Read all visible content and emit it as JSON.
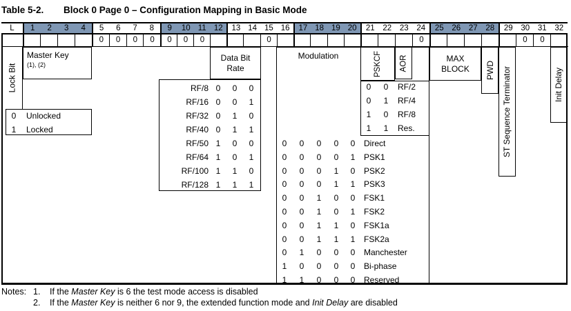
{
  "title": {
    "label": "Table 5-2.",
    "text": "Block 0 Page 0 – Configuration Mapping in Basic Mode"
  },
  "colors": {
    "header_shade": "#7f97b4",
    "border": "#000000",
    "background": "#ffffff"
  },
  "bit_header": {
    "cells": [
      "L",
      "1",
      "2",
      "3",
      "4",
      "5",
      "6",
      "7",
      "8",
      "9",
      "10",
      "11",
      "12",
      "13",
      "14",
      "15",
      "16",
      "17",
      "18",
      "19",
      "20",
      "21",
      "22",
      "23",
      "24",
      "25",
      "26",
      "27",
      "28",
      "29",
      "30",
      "31",
      "32"
    ],
    "shaded_bit_groups": [
      "1-4",
      "9-12",
      "17-20",
      "25-28"
    ]
  },
  "value_row": {
    "value": "0",
    "zeros_at_bits": [
      5,
      6,
      7,
      8,
      9,
      10,
      11,
      15,
      24,
      30,
      31
    ]
  },
  "lock": {
    "label": "Lock Bit",
    "rows": [
      {
        "bit": "0",
        "label": "Unlocked"
      },
      {
        "bit": "1",
        "label": "Locked"
      }
    ]
  },
  "master_key": {
    "label": "Master Key",
    "note_refs": "(1), (2)"
  },
  "data_bit_rate": {
    "label_lines": [
      "Data Bit",
      "Rate"
    ],
    "rows": [
      {
        "name": "RF/8",
        "bits": [
          "0",
          "0",
          "0"
        ]
      },
      {
        "name": "RF/16",
        "bits": [
          "0",
          "0",
          "1"
        ]
      },
      {
        "name": "RF/32",
        "bits": [
          "0",
          "1",
          "0"
        ]
      },
      {
        "name": "RF/40",
        "bits": [
          "0",
          "1",
          "1"
        ]
      },
      {
        "name": "RF/50",
        "bits": [
          "1",
          "0",
          "0"
        ]
      },
      {
        "name": "RF/64",
        "bits": [
          "1",
          "0",
          "1"
        ]
      },
      {
        "name": "RF/100",
        "bits": [
          "1",
          "1",
          "0"
        ]
      },
      {
        "name": "RF/128",
        "bits": [
          "1",
          "1",
          "1"
        ]
      }
    ]
  },
  "modulation": {
    "label": "Modulation",
    "rows": [
      {
        "bits": [
          "0",
          "0",
          "0",
          "0",
          "0"
        ],
        "name": "Direct"
      },
      {
        "bits": [
          "0",
          "0",
          "0",
          "0",
          "1"
        ],
        "name": "PSK1"
      },
      {
        "bits": [
          "0",
          "0",
          "0",
          "1",
          "0"
        ],
        "name": "PSK2"
      },
      {
        "bits": [
          "0",
          "0",
          "0",
          "1",
          "1"
        ],
        "name": "PSK3"
      },
      {
        "bits": [
          "0",
          "0",
          "1",
          "0",
          "0"
        ],
        "name": "FSK1"
      },
      {
        "bits": [
          "0",
          "0",
          "1",
          "0",
          "1"
        ],
        "name": "FSK2"
      },
      {
        "bits": [
          "0",
          "0",
          "1",
          "1",
          "0"
        ],
        "name": "FSK1a"
      },
      {
        "bits": [
          "0",
          "0",
          "1",
          "1",
          "1"
        ],
        "name": "FSK2a"
      },
      {
        "bits": [
          "0",
          "1",
          "0",
          "0",
          "0"
        ],
        "name": "Manchester"
      },
      {
        "bits": [
          "1",
          "0",
          "0",
          "0",
          "0"
        ],
        "name": "Bi-phase"
      },
      {
        "bits": [
          "1",
          "1",
          "0",
          "0",
          "0"
        ],
        "name": "Reserved"
      }
    ]
  },
  "pskcf": {
    "label": "PSKCF",
    "rows": [
      {
        "bits": [
          "0",
          "0"
        ],
        "name": "RF/2"
      },
      {
        "bits": [
          "0",
          "1"
        ],
        "name": "RF/4"
      },
      {
        "bits": [
          "1",
          "0"
        ],
        "name": "RF/8"
      },
      {
        "bits": [
          "1",
          "1"
        ],
        "name": "Res."
      }
    ]
  },
  "aor": {
    "label": "AOR"
  },
  "max_block": {
    "label_lines": [
      "MAX",
      "BLOCK"
    ]
  },
  "pwd": {
    "label": "PWD"
  },
  "st_terminator": {
    "label": "ST Sequence Terminator"
  },
  "init_delay": {
    "label": "Init Delay"
  },
  "notes": {
    "label": "Notes:",
    "items": [
      {
        "num": "1.",
        "segments": [
          {
            "text": "If the "
          },
          {
            "text": "Master Key",
            "italic": true
          },
          {
            "text": " is 6 the test mode access is disabled"
          }
        ]
      },
      {
        "num": "2.",
        "segments": [
          {
            "text": "If the "
          },
          {
            "text": "Master Key",
            "italic": true
          },
          {
            "text": " is neither 6 nor 9, the extended function mode and "
          },
          {
            "text": "Init Delay",
            "italic": true
          },
          {
            "text": " are disabled"
          }
        ]
      }
    ]
  }
}
